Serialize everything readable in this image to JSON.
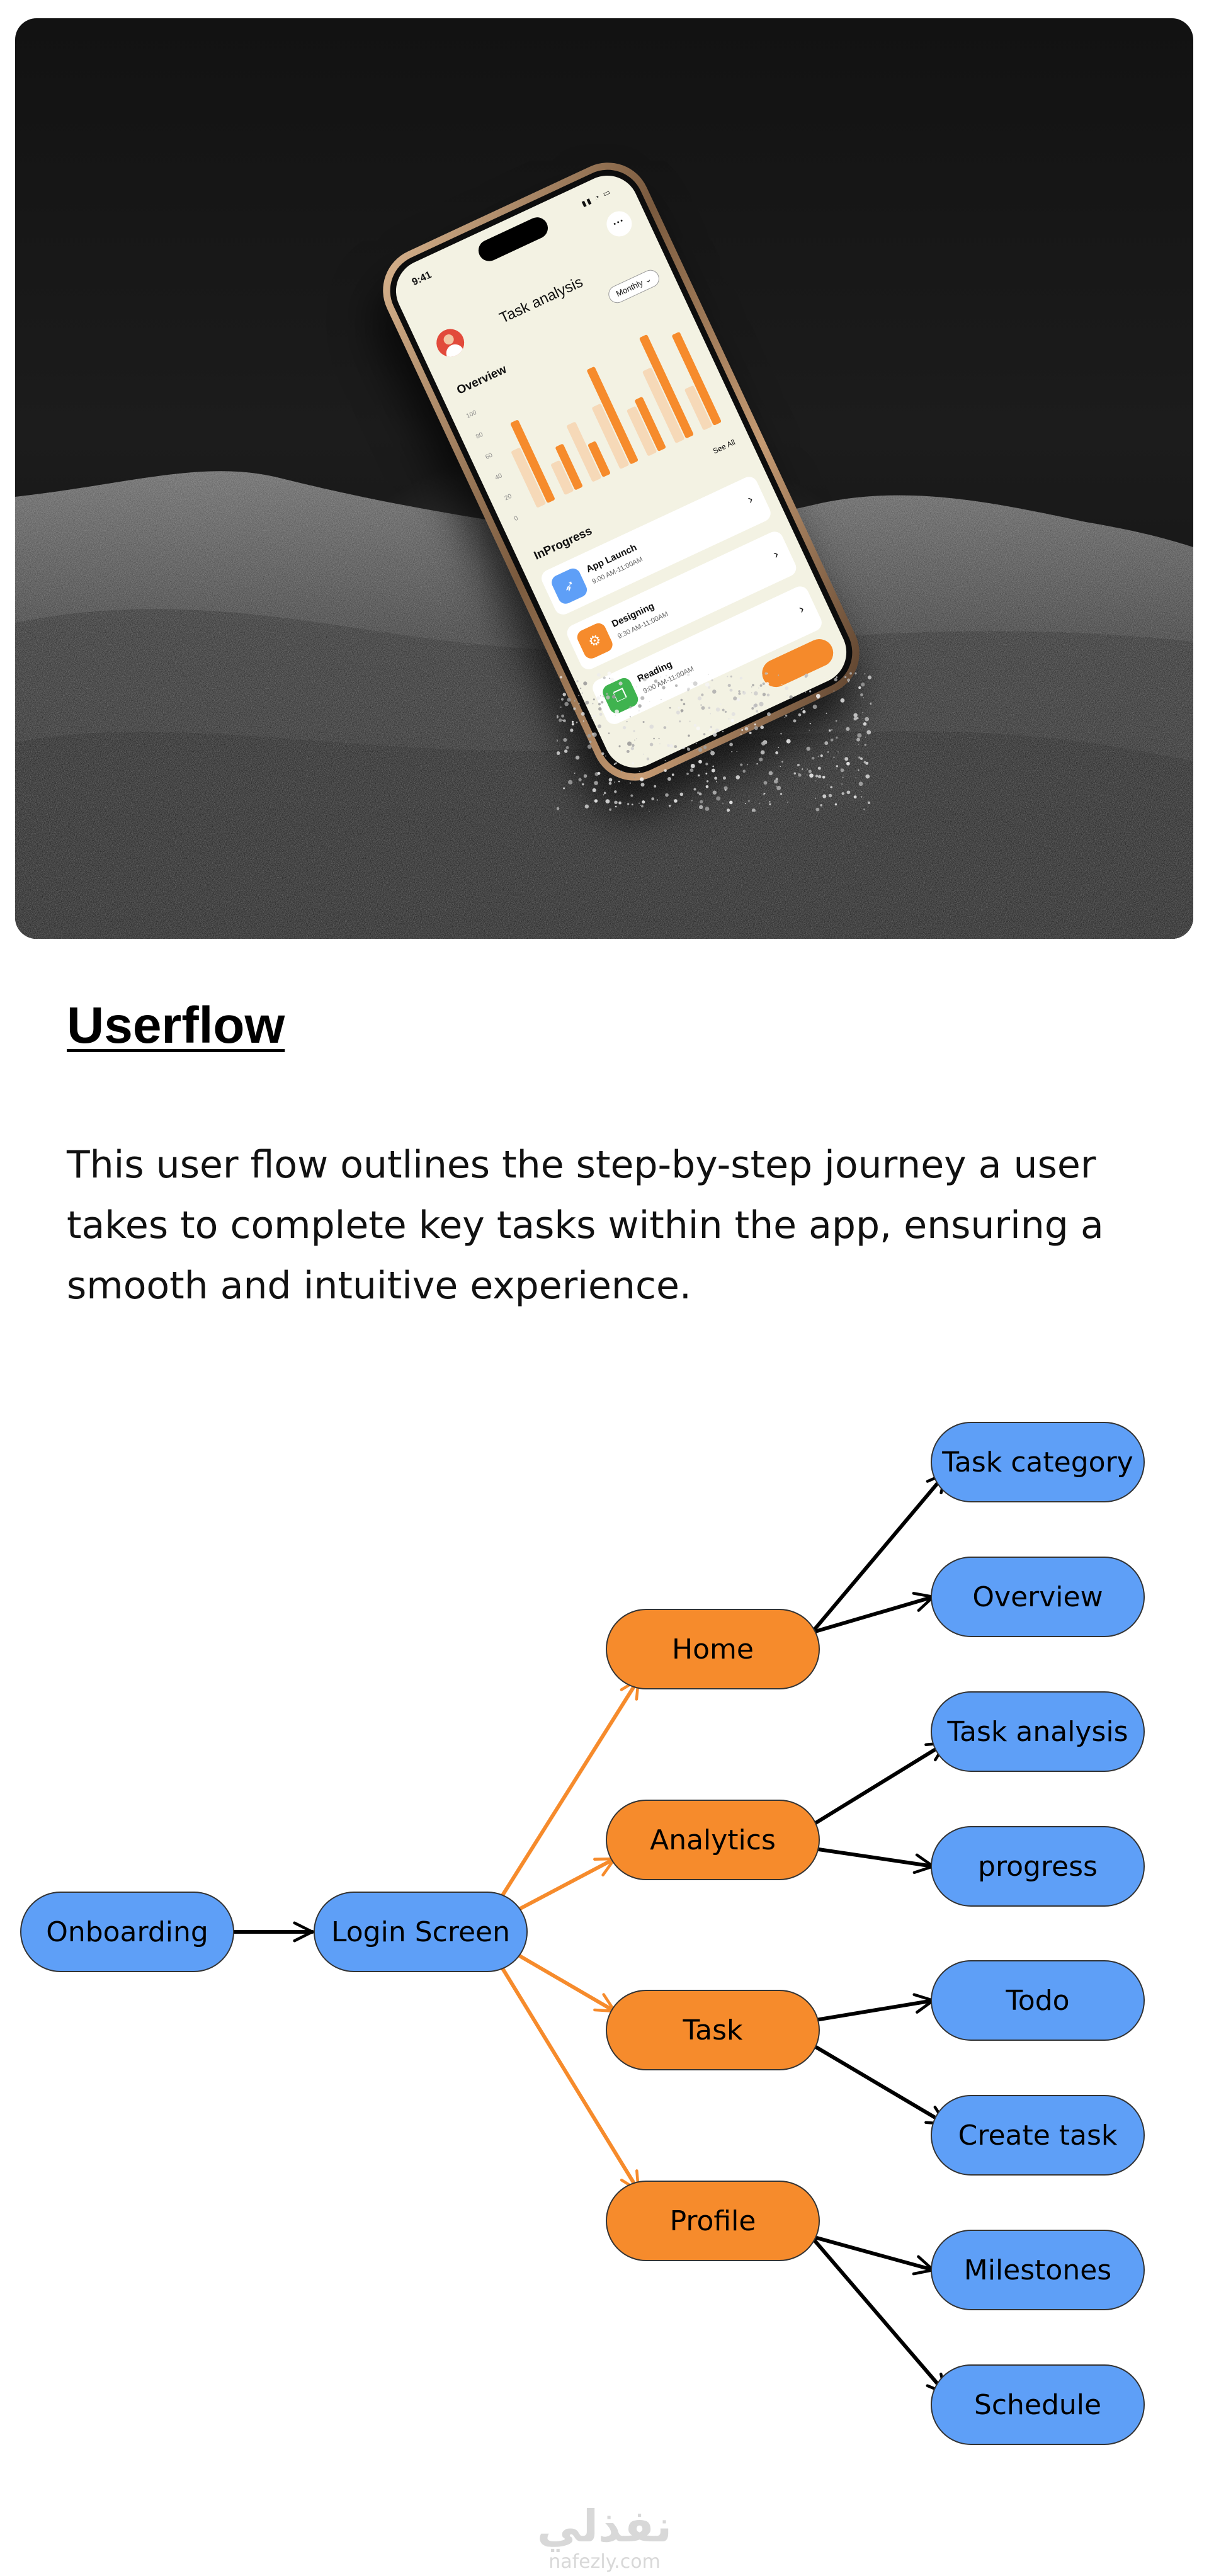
{
  "hero": {
    "phone": {
      "time": "9:41",
      "title": "Task analysis",
      "period": "Monthly",
      "overview_label": "Overview",
      "see_all": "See All",
      "inprogress_label": "InProgress",
      "axis_ticks": [
        "100",
        "80",
        "60",
        "40",
        "20",
        "0"
      ],
      "bars": [
        {
          "bg": 0.55,
          "fg": 0.78
        },
        {
          "bg": 0.3,
          "fg": 0.42
        },
        {
          "bg": 0.55,
          "fg": 0.32
        },
        {
          "bg": 0.6,
          "fg": 0.92
        },
        {
          "bg": 0.45,
          "fg": 0.5
        },
        {
          "bg": 0.7,
          "fg": 0.98
        },
        {
          "bg": 0.4,
          "fg": 0.88
        }
      ],
      "tasks": [
        {
          "name": "App Launch",
          "time": "9:00 AM-11:00AM",
          "color": "#5e9ff7",
          "icon": "rocket-icon"
        },
        {
          "name": "Designing",
          "time": "9:30 AM-11:00AM",
          "color": "#f68b2c",
          "icon": "gear-icon"
        },
        {
          "name": "Reading",
          "time": "9:00 AM-11:00AM",
          "color": "#3fb34f",
          "icon": "book-icon"
        }
      ]
    }
  },
  "section": {
    "title": "Userflow",
    "description": "This user flow outlines the step-by-step journey a user takes to complete key tasks within the app, ensuring a smooth and intuitive experience."
  },
  "flow": {
    "colors": {
      "screen": "#f68b2c",
      "feature": "#5e9ff7",
      "primary_arrow": "#000000",
      "branch_arrow": "#f68b2c"
    },
    "nodes": {
      "onboarding": "Onboarding",
      "login": "Login Screen",
      "home": "Home",
      "analytics": "Analytics",
      "task": "Task",
      "profile": "Profile",
      "task_category": "Task category",
      "overview": "Overview",
      "task_analysis": "Task analysis",
      "progress": "progress",
      "todo": "Todo",
      "create_task": "Create task",
      "milestones": "Milestones",
      "schedule": "Schedule"
    },
    "edges": [
      [
        "onboarding",
        "login"
      ],
      [
        "login",
        "home"
      ],
      [
        "login",
        "analytics"
      ],
      [
        "login",
        "task"
      ],
      [
        "login",
        "profile"
      ],
      [
        "home",
        "task_category"
      ],
      [
        "home",
        "overview"
      ],
      [
        "analytics",
        "task_analysis"
      ],
      [
        "analytics",
        "progress"
      ],
      [
        "task",
        "todo"
      ],
      [
        "task",
        "create_task"
      ],
      [
        "profile",
        "milestones"
      ],
      [
        "profile",
        "schedule"
      ]
    ]
  },
  "watermark": {
    "arabic": "نفذلي",
    "latin": "nafezly.com"
  }
}
